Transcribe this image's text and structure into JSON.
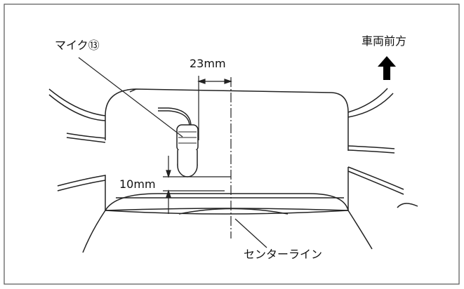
{
  "labels": {
    "mic": "マイク⑬",
    "forward": "車両前方",
    "width_dim": "23mm",
    "height_dim": "10mm",
    "center_line": "センターライン"
  },
  "colors": {
    "line": "#222222",
    "frame": "#555555",
    "arrow": "#000000"
  }
}
